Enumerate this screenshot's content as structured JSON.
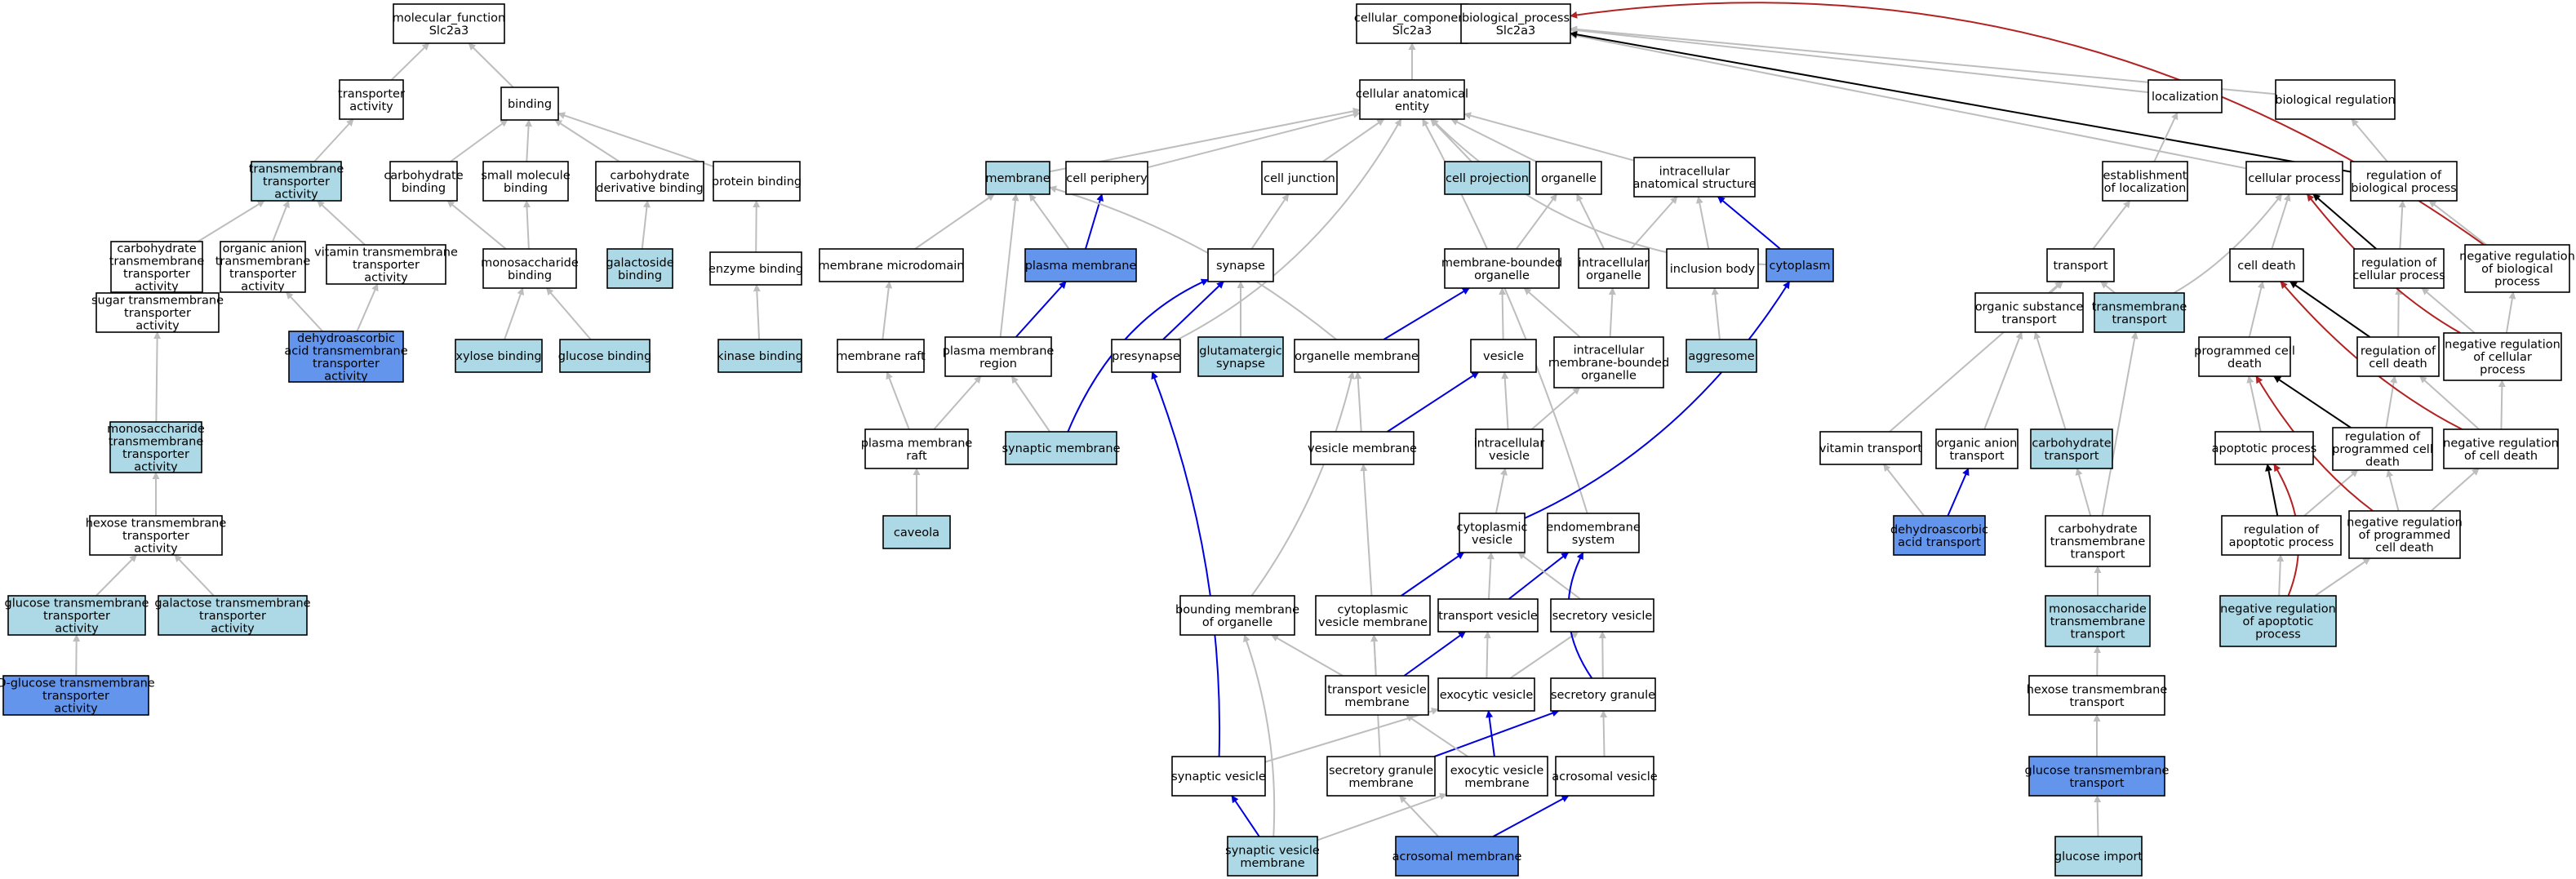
{
  "colors": {
    "default_fill": "#ffffff",
    "light_fill": "#add8e6",
    "dark_fill": "#6495ed",
    "edge_gray": "#bdbdbd",
    "edge_blue": "#0000dd",
    "edge_black": "#000000",
    "edge_red": "#b22222"
  },
  "nodes": [
    {
      "id": "mf",
      "lines": [
        "molecular_function",
        "Slc2a3"
      ],
      "fill": "default"
    },
    {
      "id": "transporter_activity",
      "lines": [
        "transporter",
        "activity"
      ],
      "fill": "default"
    },
    {
      "id": "binding",
      "lines": [
        "binding"
      ],
      "fill": "default"
    },
    {
      "id": "tm_transporter_activity",
      "lines": [
        "transmembrane",
        "transporter",
        "activity"
      ],
      "fill": "light"
    },
    {
      "id": "carb_binding",
      "lines": [
        "carbohydrate",
        "binding"
      ],
      "fill": "default"
    },
    {
      "id": "small_mol_binding",
      "lines": [
        "small molecule",
        "binding"
      ],
      "fill": "default"
    },
    {
      "id": "carb_deriv_binding",
      "lines": [
        "carbohydrate",
        "derivative binding"
      ],
      "fill": "default"
    },
    {
      "id": "protein_binding",
      "lines": [
        "protein binding"
      ],
      "fill": "default"
    },
    {
      "id": "carb_tm_activity",
      "lines": [
        "carbohydrate",
        "transmembrane",
        "transporter",
        "activity"
      ],
      "fill": "default"
    },
    {
      "id": "organic_anion_tm",
      "lines": [
        "organic anion",
        "transmembrane",
        "transporter",
        "activity"
      ],
      "fill": "default"
    },
    {
      "id": "vitamin_tm",
      "lines": [
        "vitamin transmembrane",
        "transporter",
        "activity"
      ],
      "fill": "default"
    },
    {
      "id": "monosacch_binding",
      "lines": [
        "monosaccharide",
        "binding"
      ],
      "fill": "default"
    },
    {
      "id": "galactoside_binding",
      "lines": [
        "galactoside",
        "binding"
      ],
      "fill": "light"
    },
    {
      "id": "enzyme_binding",
      "lines": [
        "enzyme binding"
      ],
      "fill": "default"
    },
    {
      "id": "sugar_tm",
      "lines": [
        "sugar transmembrane",
        "transporter",
        "activity"
      ],
      "fill": "default"
    },
    {
      "id": "dha_tm",
      "lines": [
        "dehydroascorbic",
        "acid transmembrane",
        "transporter",
        "activity"
      ],
      "fill": "dark"
    },
    {
      "id": "xylose_binding",
      "lines": [
        "xylose binding"
      ],
      "fill": "light"
    },
    {
      "id": "glucose_binding",
      "lines": [
        "glucose binding"
      ],
      "fill": "light"
    },
    {
      "id": "kinase_binding",
      "lines": [
        "kinase binding"
      ],
      "fill": "light"
    },
    {
      "id": "monosacch_tm",
      "lines": [
        "monosaccharide",
        "transmembrane",
        "transporter",
        "activity"
      ],
      "fill": "light"
    },
    {
      "id": "hexose_tm",
      "lines": [
        "hexose transmembrane",
        "transporter",
        "activity"
      ],
      "fill": "default"
    },
    {
      "id": "glucose_tm_activity",
      "lines": [
        "glucose transmembrane",
        "transporter",
        "activity"
      ],
      "fill": "light"
    },
    {
      "id": "galactose_tm",
      "lines": [
        "galactose transmembrane",
        "transporter",
        "activity"
      ],
      "fill": "light"
    },
    {
      "id": "dglucose_tm",
      "lines": [
        "D-glucose transmembrane",
        "transporter",
        "activity"
      ],
      "fill": "dark"
    },
    {
      "id": "cc",
      "lines": [
        "cellular_component",
        "Slc2a3"
      ],
      "fill": "default"
    },
    {
      "id": "cae",
      "lines": [
        "cellular anatomical",
        "entity"
      ],
      "fill": "default"
    },
    {
      "id": "membrane",
      "lines": [
        "membrane"
      ],
      "fill": "light"
    },
    {
      "id": "cell_periphery",
      "lines": [
        "cell periphery"
      ],
      "fill": "default"
    },
    {
      "id": "cell_junction",
      "lines": [
        "cell junction"
      ],
      "fill": "default"
    },
    {
      "id": "cell_projection",
      "lines": [
        "cell projection"
      ],
      "fill": "light"
    },
    {
      "id": "organelle",
      "lines": [
        "organelle"
      ],
      "fill": "default"
    },
    {
      "id": "intracell_struct",
      "lines": [
        "intracellular",
        "anatomical structure"
      ],
      "fill": "default"
    },
    {
      "id": "plasma_membrane",
      "lines": [
        "plasma membrane"
      ],
      "fill": "dark"
    },
    {
      "id": "membrane_microdomain",
      "lines": [
        "membrane microdomain"
      ],
      "fill": "default"
    },
    {
      "id": "synapse",
      "lines": [
        "synapse"
      ],
      "fill": "default"
    },
    {
      "id": "mb_organelle",
      "lines": [
        "membrane-bounded",
        "organelle"
      ],
      "fill": "default"
    },
    {
      "id": "intracell_organelle",
      "lines": [
        "intracellular",
        "organelle"
      ],
      "fill": "default"
    },
    {
      "id": "inclusion_body",
      "lines": [
        "inclusion body"
      ],
      "fill": "default"
    },
    {
      "id": "cytoplasm",
      "lines": [
        "cytoplasm"
      ],
      "fill": "dark"
    },
    {
      "id": "membrane_raft",
      "lines": [
        "membrane raft"
      ],
      "fill": "default"
    },
    {
      "id": "pm_region",
      "lines": [
        "plasma membrane",
        "region"
      ],
      "fill": "default"
    },
    {
      "id": "presynapse",
      "lines": [
        "presynapse"
      ],
      "fill": "default"
    },
    {
      "id": "glut_synapse",
      "lines": [
        "glutamatergic",
        "synapse"
      ],
      "fill": "light"
    },
    {
      "id": "organelle_membrane",
      "lines": [
        "organelle membrane"
      ],
      "fill": "default"
    },
    {
      "id": "vesicle",
      "lines": [
        "vesicle"
      ],
      "fill": "default"
    },
    {
      "id": "intracell_mb_organelle",
      "lines": [
        "intracellular",
        "membrane-bounded",
        "organelle"
      ],
      "fill": "default"
    },
    {
      "id": "aggresome",
      "lines": [
        "aggresome"
      ],
      "fill": "light"
    },
    {
      "id": "pm_raft",
      "lines": [
        "plasma membrane",
        "raft"
      ],
      "fill": "default"
    },
    {
      "id": "synaptic_membrane",
      "lines": [
        "synaptic membrane"
      ],
      "fill": "light"
    },
    {
      "id": "vesicle_membrane",
      "lines": [
        "vesicle membrane"
      ],
      "fill": "default"
    },
    {
      "id": "intracell_vesicle",
      "lines": [
        "intracellular",
        "vesicle"
      ],
      "fill": "default"
    },
    {
      "id": "caveola",
      "lines": [
        "caveola"
      ],
      "fill": "light"
    },
    {
      "id": "cyto_vesicle",
      "lines": [
        "cytoplasmic",
        "vesicle"
      ],
      "fill": "default"
    },
    {
      "id": "endomembrane",
      "lines": [
        "endomembrane",
        "system"
      ],
      "fill": "default"
    },
    {
      "id": "bounding_membrane",
      "lines": [
        "bounding membrane",
        "of organelle"
      ],
      "fill": "default"
    },
    {
      "id": "cyto_vesicle_membrane",
      "lines": [
        "cytoplasmic",
        "vesicle membrane"
      ],
      "fill": "default"
    },
    {
      "id": "transport_vesicle",
      "lines": [
        "transport vesicle"
      ],
      "fill": "default"
    },
    {
      "id": "secretory_vesicle",
      "lines": [
        "secretory vesicle"
      ],
      "fill": "default"
    },
    {
      "id": "tv_membrane",
      "lines": [
        "transport vesicle",
        "membrane"
      ],
      "fill": "default"
    },
    {
      "id": "exocytic_vesicle",
      "lines": [
        "exocytic vesicle"
      ],
      "fill": "default"
    },
    {
      "id": "secretory_granule",
      "lines": [
        "secretory granule"
      ],
      "fill": "default"
    },
    {
      "id": "synaptic_vesicle",
      "lines": [
        "synaptic vesicle"
      ],
      "fill": "default"
    },
    {
      "id": "sg_membrane",
      "lines": [
        "secretory granule",
        "membrane"
      ],
      "fill": "default"
    },
    {
      "id": "ev_membrane",
      "lines": [
        "exocytic vesicle",
        "membrane"
      ],
      "fill": "default"
    },
    {
      "id": "acrosomal_vesicle",
      "lines": [
        "acrosomal vesicle"
      ],
      "fill": "default"
    },
    {
      "id": "sv_membrane",
      "lines": [
        "synaptic vesicle",
        "membrane"
      ],
      "fill": "light"
    },
    {
      "id": "acrosomal_membrane",
      "lines": [
        "acrosomal membrane"
      ],
      "fill": "dark"
    },
    {
      "id": "bp",
      "lines": [
        "biological_process",
        "Slc2a3"
      ],
      "fill": "default"
    },
    {
      "id": "localization",
      "lines": [
        "localization"
      ],
      "fill": "default"
    },
    {
      "id": "bio_regulation",
      "lines": [
        "biological regulation"
      ],
      "fill": "default"
    },
    {
      "id": "est_localization",
      "lines": [
        "establishment",
        "of localization"
      ],
      "fill": "default"
    },
    {
      "id": "cellular_process",
      "lines": [
        "cellular process"
      ],
      "fill": "default"
    },
    {
      "id": "reg_bio_process",
      "lines": [
        "regulation of",
        "biological process"
      ],
      "fill": "default"
    },
    {
      "id": "transport",
      "lines": [
        "transport"
      ],
      "fill": "default"
    },
    {
      "id": "cell_death",
      "lines": [
        "cell death"
      ],
      "fill": "default"
    },
    {
      "id": "reg_cell_process",
      "lines": [
        "regulation of",
        "cellular process"
      ],
      "fill": "default"
    },
    {
      "id": "neg_reg_bio_process",
      "lines": [
        "negative regulation",
        "of biological",
        "process"
      ],
      "fill": "default"
    },
    {
      "id": "organic_subst_transport",
      "lines": [
        "organic substance",
        "transport"
      ],
      "fill": "default"
    },
    {
      "id": "tm_transport",
      "lines": [
        "transmembrane",
        "transport"
      ],
      "fill": "light"
    },
    {
      "id": "pcd",
      "lines": [
        "programmed cell",
        "death"
      ],
      "fill": "default"
    },
    {
      "id": "reg_cell_death",
      "lines": [
        "regulation of",
        "cell death"
      ],
      "fill": "default"
    },
    {
      "id": "neg_reg_cell_process",
      "lines": [
        "negative regulation",
        "of cellular",
        "process"
      ],
      "fill": "default"
    },
    {
      "id": "vitamin_transport",
      "lines": [
        "vitamin transport"
      ],
      "fill": "default"
    },
    {
      "id": "organic_anion_transport",
      "lines": [
        "organic anion",
        "transport"
      ],
      "fill": "default"
    },
    {
      "id": "carb_transport",
      "lines": [
        "carbohydrate",
        "transport"
      ],
      "fill": "light"
    },
    {
      "id": "apoptotic_process",
      "lines": [
        "apoptotic process"
      ],
      "fill": "default"
    },
    {
      "id": "reg_pcd",
      "lines": [
        "regulation of",
        "programmed cell",
        "death"
      ],
      "fill": "default"
    },
    {
      "id": "neg_reg_cell_death",
      "lines": [
        "negative regulation",
        "of cell death"
      ],
      "fill": "default"
    },
    {
      "id": "dha_transport",
      "lines": [
        "dehydroascorbic",
        "acid transport"
      ],
      "fill": "dark"
    },
    {
      "id": "carb_tm_transport",
      "lines": [
        "carbohydrate",
        "transmembrane",
        "transport"
      ],
      "fill": "default"
    },
    {
      "id": "reg_apoptotic",
      "lines": [
        "regulation of",
        "apoptotic process"
      ],
      "fill": "default"
    },
    {
      "id": "neg_reg_pcd",
      "lines": [
        "negative regulation",
        "of programmed",
        "cell death"
      ],
      "fill": "default"
    },
    {
      "id": "monosacch_tm_transport",
      "lines": [
        "monosaccharide",
        "transmembrane",
        "transport"
      ],
      "fill": "light"
    },
    {
      "id": "neg_reg_apoptotic",
      "lines": [
        "negative regulation",
        "of apoptotic",
        "process"
      ],
      "fill": "light"
    },
    {
      "id": "hexose_tm_transport",
      "lines": [
        "hexose transmembrane",
        "transport"
      ],
      "fill": "default"
    },
    {
      "id": "glucose_tm_transport",
      "lines": [
        "glucose transmembrane",
        "transport"
      ],
      "fill": "dark"
    },
    {
      "id": "glucose_import",
      "lines": [
        "glucose import"
      ],
      "fill": "light"
    }
  ]
}
